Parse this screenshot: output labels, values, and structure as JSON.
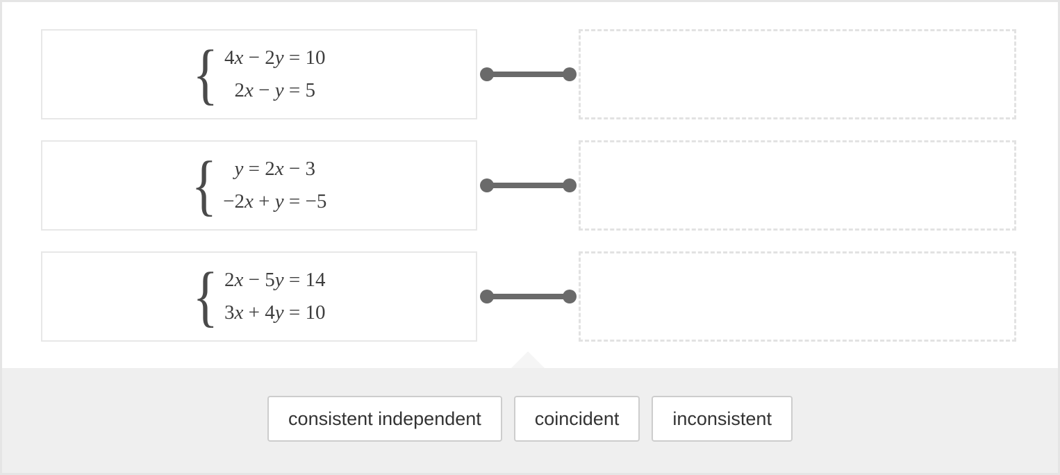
{
  "exercise": {
    "systems": [
      {
        "line1": "4x − 2y = 10",
        "line2": "2x − y = 5"
      },
      {
        "line1": "y = 2x − 3",
        "line2": "−2x + y = −5"
      },
      {
        "line1": "2x − 5y = 14",
        "line2": "3x + 4y = 10"
      }
    ],
    "brace_glyph": "{",
    "answer_bank": {
      "labels": [
        "consistent independent",
        "coincident",
        "inconsistent"
      ]
    }
  },
  "colors": {
    "connector": "#6a6a6a",
    "band_background": "#efefef",
    "notch": "#f5f5f5",
    "card_border": "#e7e7e7",
    "drop_zone_border": "#e2e2e2",
    "chip_border": "#cdcdcd",
    "equation_text": "#3d3d3d",
    "chip_text": "#333333",
    "outer_border": "#e5e5e5"
  }
}
